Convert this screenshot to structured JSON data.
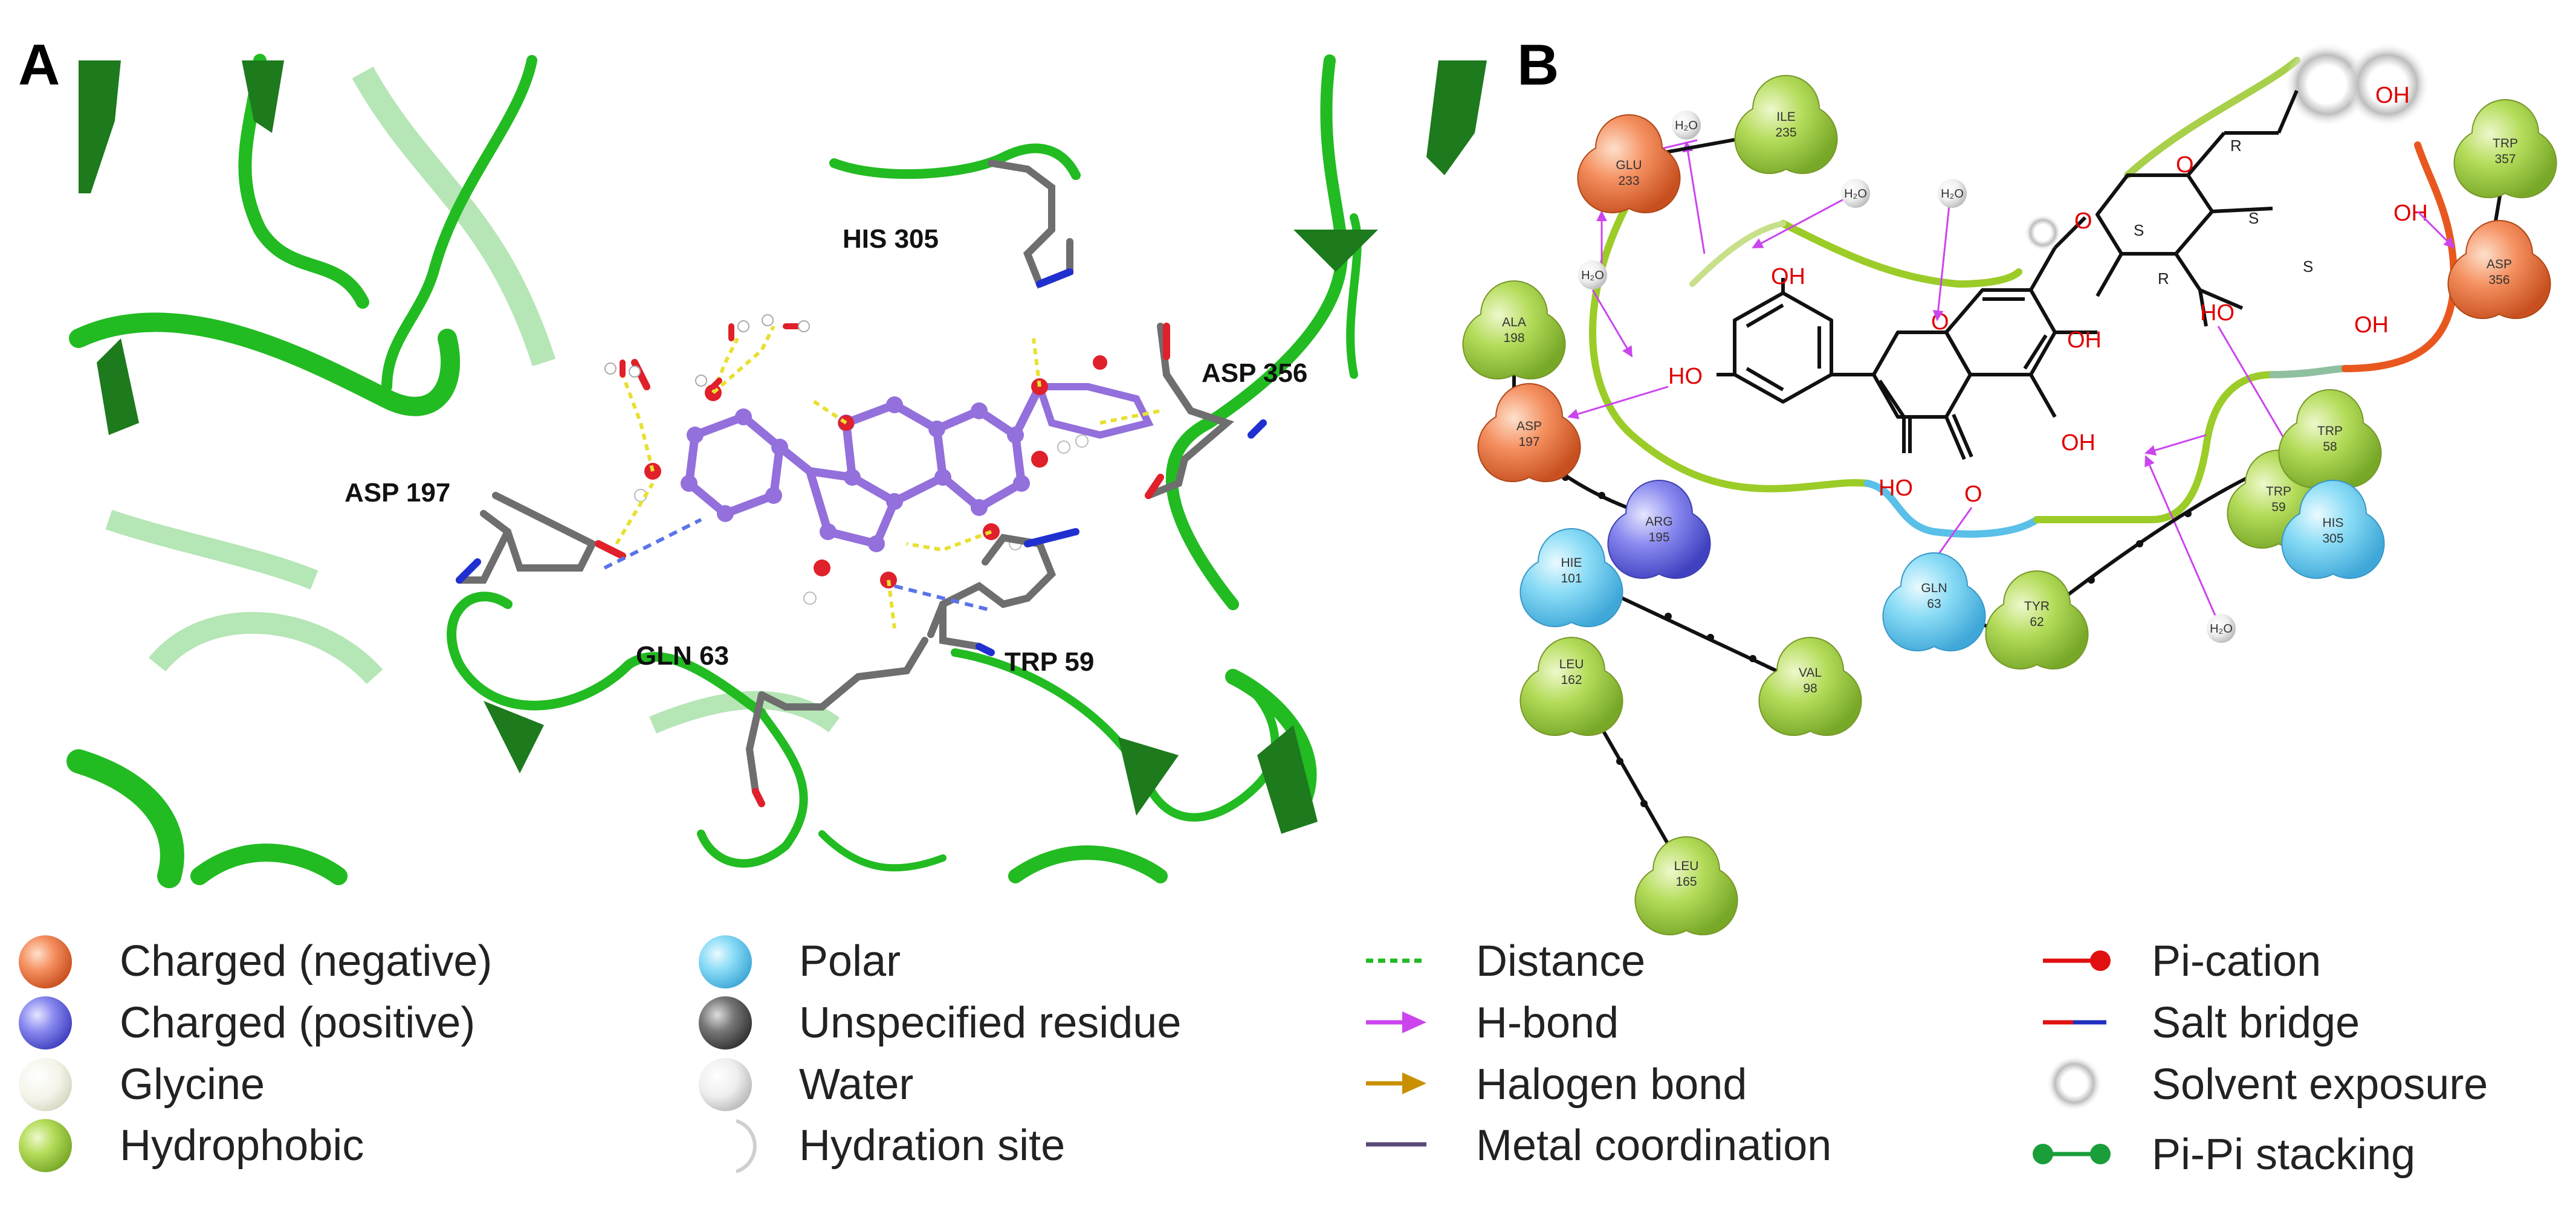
{
  "panels": {
    "a": "A",
    "b": "B"
  },
  "panel_a": {
    "residue_labels": [
      "HIS 305",
      "ASP 356",
      "ASP 197",
      "GLN 63",
      "TRP 59"
    ]
  },
  "panel_b": {
    "atom_labels": {
      "oh": "OH",
      "ho": "HO",
      "o": "O"
    },
    "stereo": {
      "r": "R",
      "s": "S"
    },
    "water": "H₂O",
    "residues": {
      "glu233": [
        "GLU",
        "233"
      ],
      "ile235": [
        "ILE",
        "235"
      ],
      "ala198": [
        "ALA",
        "198"
      ],
      "asp197": [
        "ASP",
        "197"
      ],
      "arg195": [
        "ARG",
        "195"
      ],
      "hie101": [
        "HIE",
        "101"
      ],
      "leu162": [
        "LEU",
        "162"
      ],
      "leu165": [
        "LEU",
        "165"
      ],
      "val98": [
        "VAL",
        "98"
      ],
      "gln63": [
        "GLN",
        "63"
      ],
      "tyr62": [
        "TYR",
        "62"
      ],
      "trp59": [
        "TRP",
        "59"
      ],
      "trp58": [
        "TRP",
        "58"
      ],
      "his305": [
        "HIS",
        "305"
      ],
      "trp357": [
        "TRP",
        "357"
      ],
      "asp356": [
        "ASP",
        "356"
      ]
    }
  },
  "legend": {
    "col1": [
      "Charged (negative)",
      "Charged (positive)",
      "Glycine",
      "Hydrophobic"
    ],
    "col2": [
      "Polar",
      "Unspecified residue",
      "Water",
      "Hydration site"
    ],
    "col3": [
      "Distance",
      "H-bond",
      "Halogen bond",
      "Metal coordination"
    ],
    "col4": [
      "Pi-cation",
      "Salt bridge",
      "Solvent exposure",
      "Pi-Pi stacking"
    ]
  },
  "colors": {
    "charged_negative": "#f07a45",
    "charged_positive": "#7a7ae8",
    "glycine": "#f2f2e6",
    "hydrophobic": "#a8d24a",
    "polar": "#7fd4f2",
    "unspecified": "#666666",
    "water": "#e8e8e8",
    "distance": "#22b822",
    "hbond": "#cc44ee",
    "halogen": "#c89000",
    "metal": "#5a4a7a",
    "pi_cation": "#e01010",
    "salt_bridge": "#2030c0",
    "pi_pi": "#1a9e3a",
    "ribbon": "#22c022"
  }
}
